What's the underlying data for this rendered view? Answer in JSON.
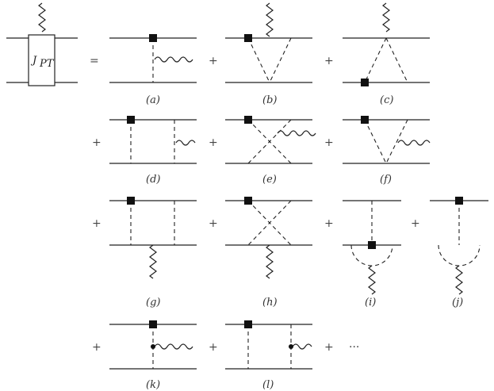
{
  "box_label": "J",
  "box_label_sub": "PT",
  "equals": "=",
  "plus": "+",
  "ellipsis": "···",
  "labels": {
    "a": "(a)",
    "b": "(b)",
    "c": "(c)",
    "d": "(d)",
    "e": "(e)",
    "f": "(f)",
    "g": "(g)",
    "h": "(h)",
    "i": "(i)",
    "j": "(j)",
    "k": "(k)",
    "l": "(l)"
  }
}
